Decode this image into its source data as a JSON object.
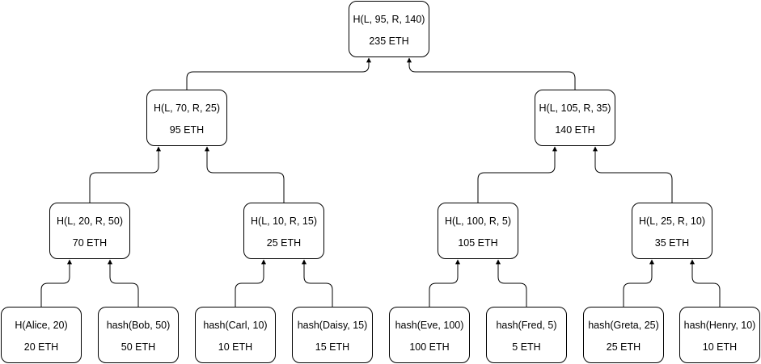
{
  "tree": {
    "root": {
      "hash": "H(L, 95, R, 140)",
      "amount": "235 ETH"
    },
    "n_left": {
      "hash": "H(L, 70, R, 25)",
      "amount": "95 ETH"
    },
    "n_right": {
      "hash": "H(L, 105, R, 35)",
      "amount": "140 ETH"
    },
    "n_ll": {
      "hash": "H(L, 20, R, 50)",
      "amount": "70 ETH"
    },
    "n_lr": {
      "hash": "H(L, 10, R, 15)",
      "amount": "25 ETH"
    },
    "n_rl": {
      "hash": "H(L, 100, R, 5)",
      "amount": "105 ETH"
    },
    "n_rr": {
      "hash": "H(L, 25, R, 10)",
      "amount": "35 ETH"
    },
    "leaf_alice": {
      "hash": "H(Alice, 20)",
      "amount": "20 ETH"
    },
    "leaf_bob": {
      "hash": "hash(Bob, 50)",
      "amount": "50 ETH"
    },
    "leaf_carl": {
      "hash": "hash(Carl, 10)",
      "amount": "10 ETH"
    },
    "leaf_daisy": {
      "hash": "hash(Daisy, 15)",
      "amount": "15 ETH"
    },
    "leaf_eve": {
      "hash": "hash(Eve, 100)",
      "amount": "100 ETH"
    },
    "leaf_fred": {
      "hash": "hash(Fred, 5)",
      "amount": "5 ETH"
    },
    "leaf_greta": {
      "hash": "hash(Greta, 25)",
      "amount": "25 ETH"
    },
    "leaf_henry": {
      "hash": "hash(Henry, 10)",
      "amount": "10 ETH"
    }
  }
}
